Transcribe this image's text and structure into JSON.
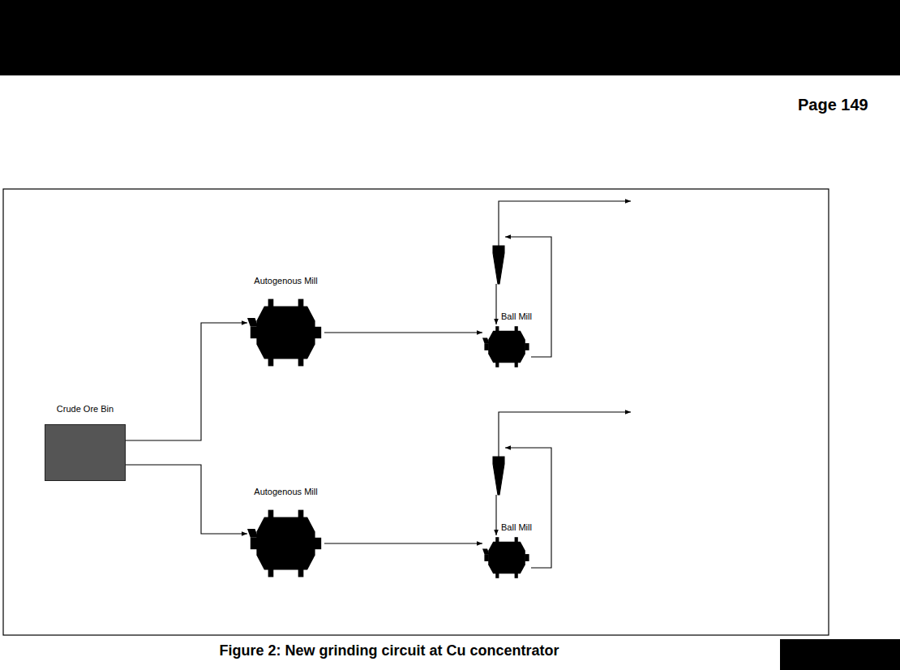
{
  "diagram": {
    "caption": "Figure 2: New grinding circuit at Cu concentrator",
    "nodes": [
      {
        "text": [
          "Crude Ore Bin"
        ]
      },
      {
        "text": [
          "Autogenous Mill"
        ]
      },
      {
        "text": [
          "Ball Mill"
        ]
      },
      {
        "text": [
          "Autogenous Mill"
        ]
      },
      {
        "text": [
          "Ball Mill"
        ]
      }
    ],
    "edges": [
      {
        "from": 0,
        "to": 1,
        "arrow": "to"
      },
      {
        "from": 1,
        "to": 2,
        "arrow": "to"
      },
      {
        "from": 0,
        "to": 3,
        "arrow": "to"
      },
      {
        "from": 3,
        "to": 4,
        "arrow": "to"
      }
    ],
    "labels": [
      "Page 149"
    ]
  }
}
